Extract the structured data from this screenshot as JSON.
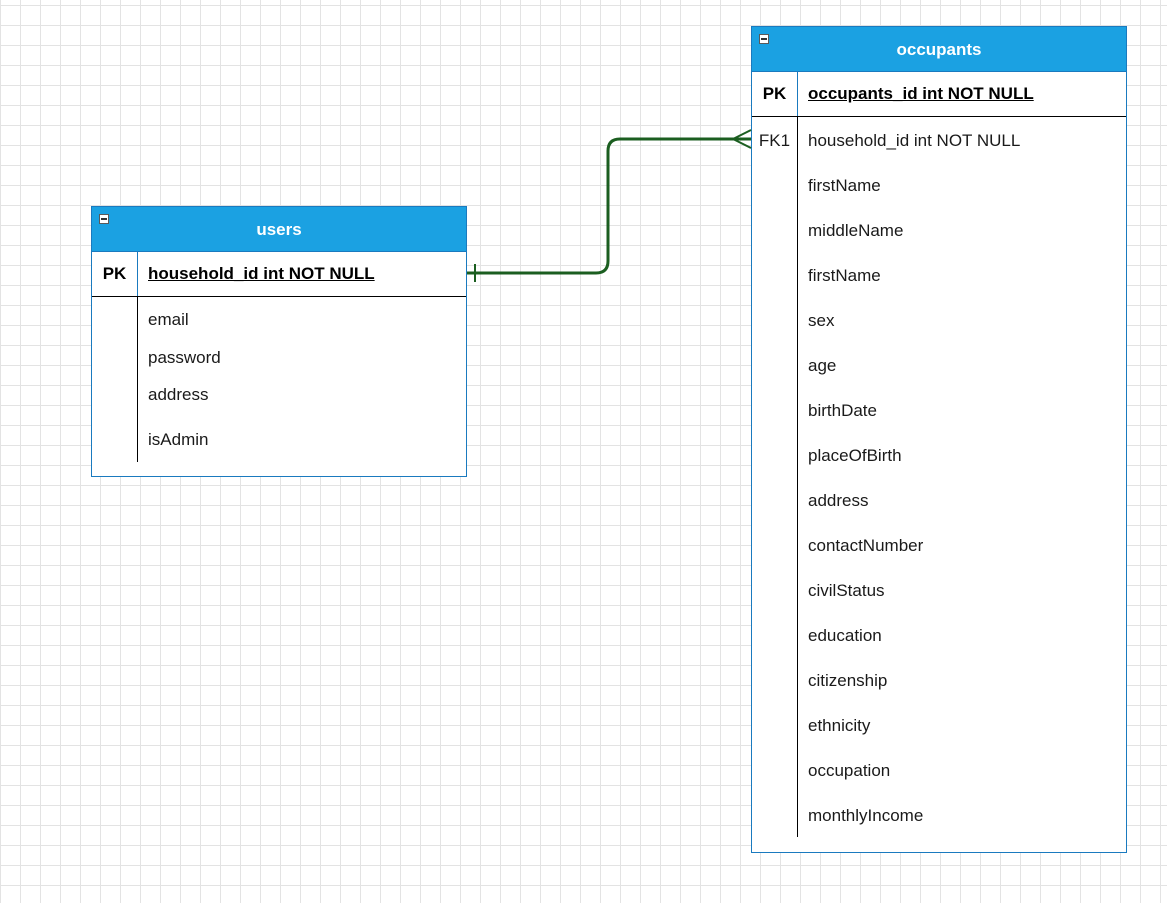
{
  "users": {
    "title": "users",
    "pk_label": "PK",
    "pk_field": "household_id int NOT NULL",
    "fields": [
      "email",
      "password",
      "address",
      "isAdmin"
    ]
  },
  "occupants": {
    "title": "occupants",
    "pk_label": "PK",
    "pk_field": "occupants_id int NOT NULL",
    "fk_label": "FK1",
    "fields": [
      "household_id int NOT NULL",
      "firstName",
      "middleName",
      "firstName",
      "sex",
      "age",
      "birthDate",
      "placeOfBirth",
      "address",
      "contactNumber",
      "civilStatus",
      "education",
      "citizenship",
      "ethnicity",
      "occupation",
      "monthlyIncome"
    ]
  },
  "relationship": {
    "from": "users",
    "to": "occupants",
    "color": "#1b5e20",
    "cardinality": "one-to-many"
  },
  "colors": {
    "header_fill": "#1ba1e2",
    "table_border": "#1a7abf"
  }
}
